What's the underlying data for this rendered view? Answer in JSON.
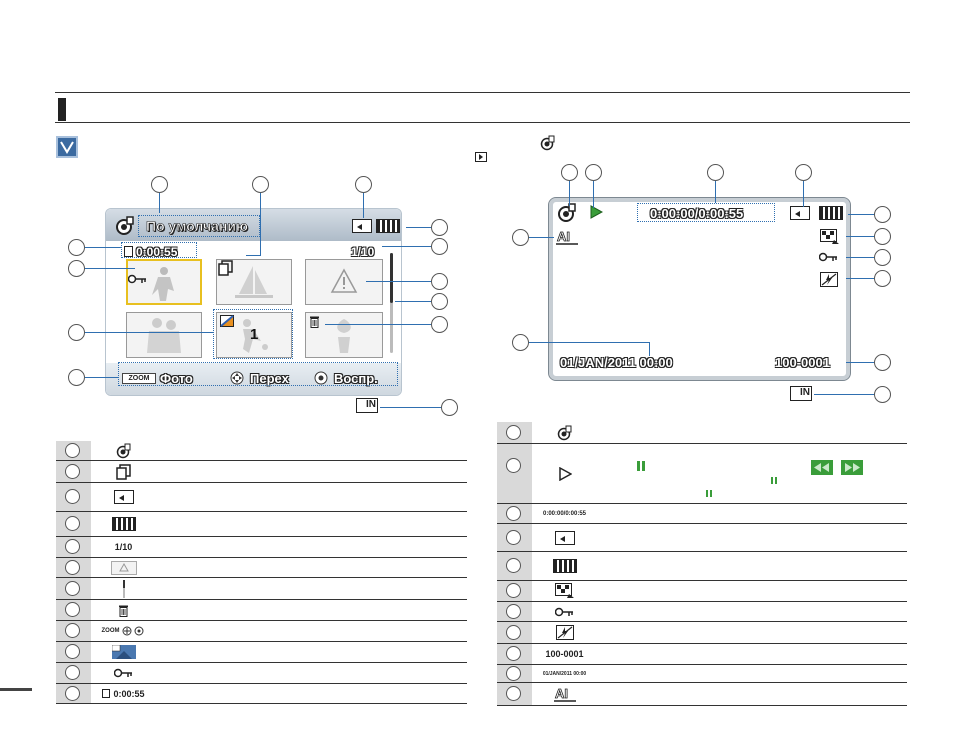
{
  "thumbnail_screen": {
    "title": "По умолчанию",
    "time": "0:00:55",
    "count": "1/10",
    "thumb_number": "1",
    "zoom_chip": "ZOOM",
    "btn_photo": "Фото",
    "btn_move": "Перех",
    "btn_play": "Воспр."
  },
  "playback_screen": {
    "timecode": "0:00:00/0:00:55",
    "date": "01/JAN/2011 00:00",
    "file_number": "100-0001"
  },
  "left_table": [
    {
      "icon": "playback-mode-icon",
      "text": ""
    },
    {
      "icon": "copy-icon",
      "text": ""
    },
    {
      "icon": "memory-card-icon",
      "text": ""
    },
    {
      "icon": "battery-icon",
      "text": ""
    },
    {
      "icon": "",
      "text": "1/10"
    },
    {
      "icon": "warning-thumbnail-icon",
      "text": ""
    },
    {
      "icon": "scrollbar-icon",
      "text": ""
    },
    {
      "icon": "delete-icon",
      "text": ""
    },
    {
      "icon": "zoom-nav-icon",
      "text": "ZOOM"
    },
    {
      "icon": "photo-thumbnail-icon",
      "text": ""
    },
    {
      "icon": "protect-key-icon",
      "text": ""
    },
    {
      "icon": "",
      "text": "0:00:55"
    }
  ],
  "right_table": [
    {
      "icon": "playback-mode-icon",
      "text": ""
    },
    {
      "icon": "play-icon",
      "text": ""
    },
    {
      "icon": "",
      "text": "0:00:00/0:00:55"
    },
    {
      "icon": "memory-card-icon",
      "text": ""
    },
    {
      "icon": "battery-icon",
      "text": ""
    },
    {
      "icon": "quality-icon",
      "text": ""
    },
    {
      "icon": "protect-key-icon",
      "text": ""
    },
    {
      "icon": "no-flash-icon",
      "text": ""
    },
    {
      "icon": "",
      "text": "100-0001"
    },
    {
      "icon": "",
      "text": "01/JAN/2011 00:00"
    },
    {
      "icon": "anti-shake-icon",
      "text": ""
    }
  ],
  "colors": {
    "accent": "#2f6fb0",
    "selection": "#e8c020",
    "check": "#3b6aa0",
    "green": "#3a9d3a"
  }
}
